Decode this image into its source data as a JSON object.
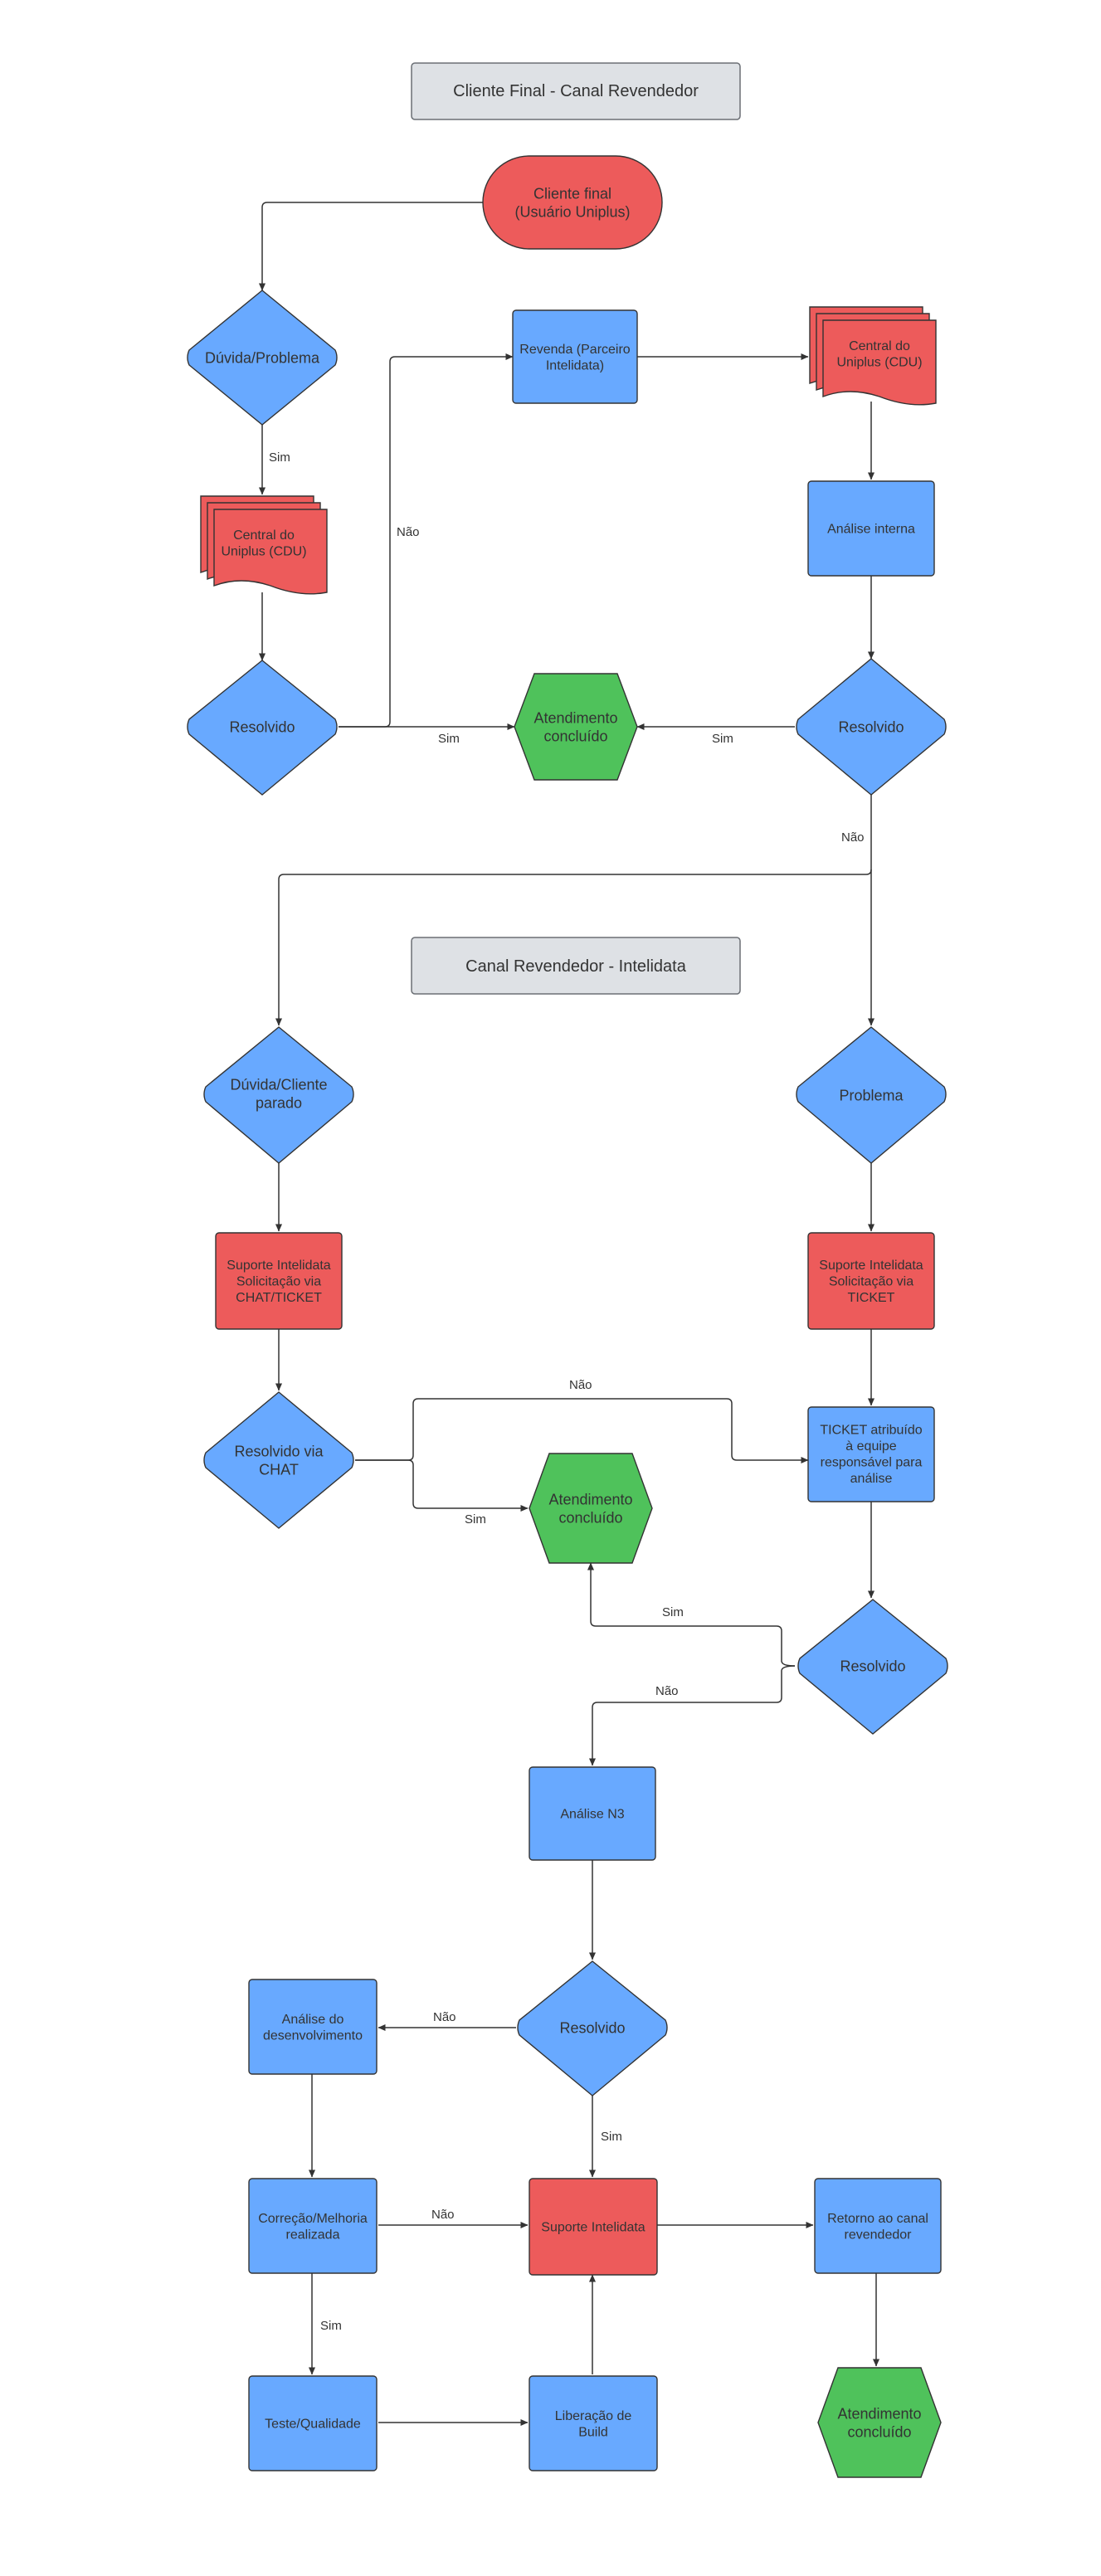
{
  "titles": {
    "cliente_final": "Cliente Final - Canal Revendedor",
    "canal_revendedor": "Canal Revendedor - Intelidata"
  },
  "colors": {
    "red": "#ed5b5b",
    "blue": "#68a9ff",
    "green": "#4fc25b",
    "title_fill": "#dee1e5",
    "line": "#333333"
  },
  "nodes": {
    "cliente_final": [
      "Cliente final",
      "(Usuário Uniplus)"
    ],
    "duvida_problema": [
      "Dúvida/Problema"
    ],
    "revenda": [
      "Revenda (Parceiro",
      "Intelidata)"
    ],
    "cdu_top_right": [
      "Central do",
      "Uniplus (CDU)"
    ],
    "cdu_left": [
      "Central do",
      "Uniplus (CDU)"
    ],
    "analise_interna": [
      "Análise interna"
    ],
    "resolvido_left": [
      "Resolvido"
    ],
    "atendimento_1": [
      "Atendimento",
      "concluído"
    ],
    "resolvido_right": [
      "Resolvido"
    ],
    "duvida_cliente_parado": [
      "Dúvida/Cliente",
      "parado"
    ],
    "problema": [
      "Problema"
    ],
    "suporte_chat_ticket": [
      "Suporte Intelidata",
      "Solicitação via",
      "CHAT/TICKET"
    ],
    "suporte_ticket": [
      "Suporte Intelidata",
      "Solicitação via",
      "TICKET"
    ],
    "resolvido_chat": [
      "Resolvido via",
      "CHAT"
    ],
    "ticket_atribuido": [
      "TICKET atribuído",
      "à equipe",
      "responsável para",
      "análise"
    ],
    "atendimento_2": [
      "Atendimento",
      "concluído"
    ],
    "resolvido_mid": [
      "Resolvido"
    ],
    "analise_n3": [
      "Análise N3"
    ],
    "resolvido_n3": [
      "Resolvido"
    ],
    "analise_desenvolvimento": [
      "Análise do",
      "desenvolvimento"
    ],
    "correcao_melhoria": [
      "Correção/Melhoria",
      "realizada"
    ],
    "suporte_intelidata": [
      "Suporte Intelidata"
    ],
    "retorno_canal": [
      "Retorno ao canal",
      "revendedor"
    ],
    "teste_qualidade": [
      "Teste/Qualidade"
    ],
    "liberacao_build": [
      "Liberação de",
      "Build"
    ],
    "atendimento_3": [
      "Atendimento",
      "concluído"
    ]
  },
  "edge_labels": {
    "sim_duvida": "Sim",
    "nao_left": "Não",
    "sim_left": "Sim",
    "sim_right": "Sim",
    "nao_right": "Não",
    "nao_chat": "Não",
    "sim_chat": "Sim",
    "sim_mid": "Sim",
    "nao_mid": "Não",
    "nao_n3": "Não",
    "sim_n3": "Sim",
    "nao_correcao": "Não",
    "sim_correcao": "Sim"
  }
}
